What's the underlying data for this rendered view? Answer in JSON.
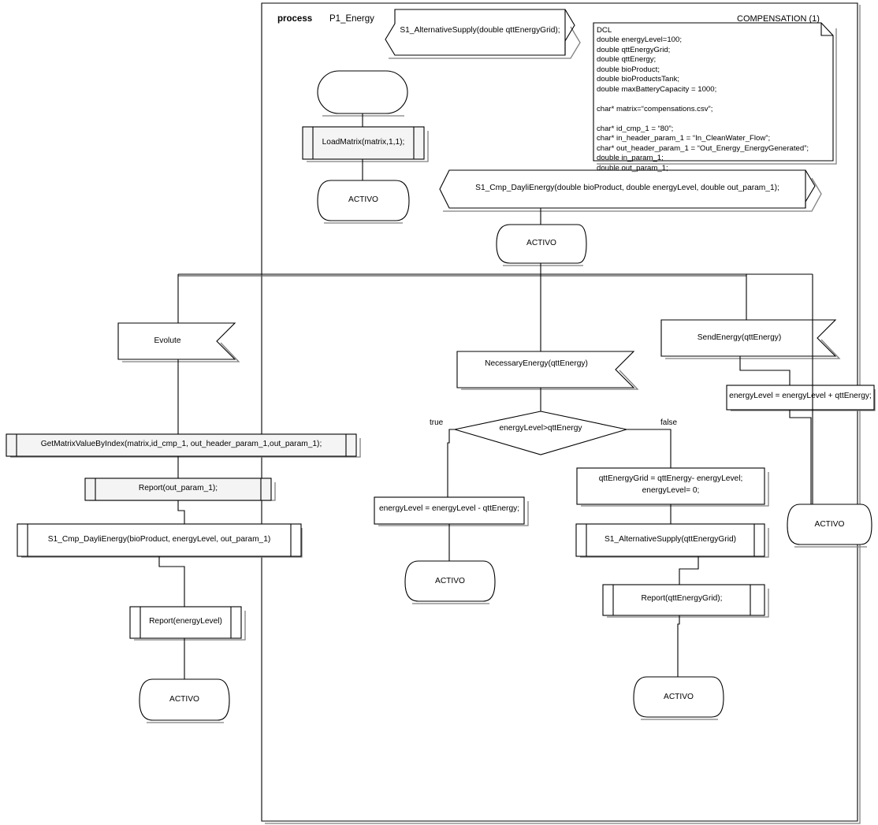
{
  "diagram": {
    "type": "SDL process diagram",
    "frame": {
      "keyword": "process",
      "name": "P1_Energy"
    },
    "compensation_label": "COMPENSATION (1)",
    "colors": {
      "line": "#000000",
      "shadow": "#7f7f7f",
      "fill_proc": "#f2f2f2",
      "bg": "#ffffff"
    }
  },
  "declaration": {
    "title": "DCL",
    "text": "DCL\ndouble energyLevel=100;\ndouble qttEnergyGrid;\ndouble qttEnergy;\ndouble bioProduct;\ndouble bioProductsTank;\ndouble maxBatteryCapacity = 1000;\n\nchar* matrix=“compensations.csv”;\n\nchar* id_cmp_1 = “80”;\nchar* in_header_param_1 = “In_CleanWater_Flow”;\nchar* out_header_param_1 = “Out_Energy_EnergyGenerated”;\ndouble in_param_1;\ndouble out_param_1;",
    "lines": [
      "DCL",
      "double energyLevel=100;",
      "double qttEnergyGrid;",
      "double qttEnergy;",
      "double bioProduct;",
      "double bioProductsTank;",
      "double maxBatteryCapacity = 1000;",
      "",
      "char* matrix=“compensations.csv”;",
      "",
      "char* id_cmp_1 = “80”;",
      "char* in_header_param_1 = “In_CleanWater_Flow”;",
      "char* out_header_param_1 = “Out_Energy_EnergyGenerated”;",
      "double in_param_1;",
      "double out_param_1;"
    ]
  },
  "nodes": {
    "signal_alternative_supply_decl": "S1_AlternativeSupply(double qttEnergyGrid);",
    "signal_cmp_dayli_energy_decl": "S1_Cmp_DayliEnergy(double bioProduct, double energyLevel, double out_param_1);",
    "start_state": "",
    "load_matrix": "LoadMatrix(matrix,1,1);",
    "state_activo_1": "ACTIVO",
    "state_activo_2": "ACTIVO",
    "input_evolute": "Evolute",
    "input_necessary_energy": "NecessaryEnergy(qttEnergy)",
    "input_send_energy": "SendEnergy(qttEnergy)",
    "call_get_matrix_value": "GetMatrixValueByIndex(matrix,id_cmp_1, out_header_param_1,out_param_1);",
    "call_report_out_param": "Report(out_param_1);",
    "call_cmp_dayli_energy": "S1_Cmp_DayliEnergy(bioProduct, energyLevel, out_param_1)",
    "call_report_energy_level": "Report(energyLevel)",
    "state_activo_left": "ACTIVO",
    "decision": "energyLevel>qttEnergy",
    "branch_true": "true",
    "branch_false": "false",
    "task_subtract": "energyLevel = energyLevel - qttEnergy;",
    "state_activo_true": "ACTIVO",
    "task_grid_lines": [
      "qttEnergyGrid = qttEnergy- energyLevel;",
      "energyLevel= 0;"
    ],
    "call_alternative_supply": "S1_AlternativeSupply(qttEnergyGrid)",
    "call_report_grid": "Report(qttEnergyGrid);",
    "state_activo_false": "ACTIVO",
    "task_add": "energyLevel = energyLevel + qttEnergy;",
    "state_activo_right": "ACTIVO"
  }
}
